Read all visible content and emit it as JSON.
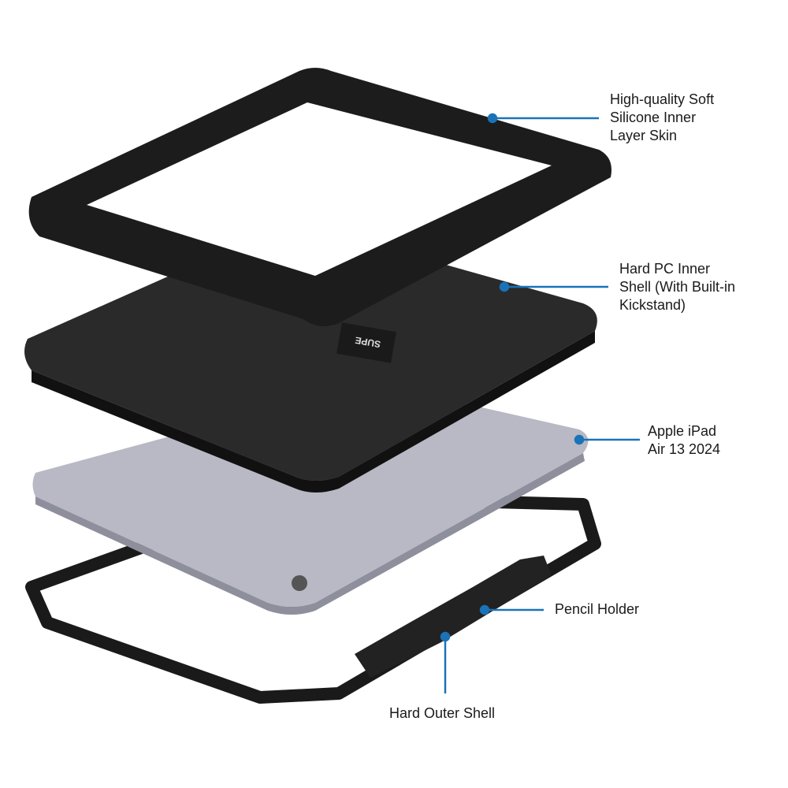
{
  "labels": {
    "silicone": [
      "High-quality Soft",
      "Silicone Inner",
      "Layer Skin"
    ],
    "pc_shell": [
      "Hard PC Inner",
      "Shell (With Built-in",
      "Kickstand)"
    ],
    "ipad": [
      "Apple iPad",
      "Air 13 2024"
    ],
    "pencil": "Pencil Holder",
    "outer": "Hard Outer Shell"
  },
  "colors": {
    "leader": "#1a73b8",
    "case": "#1c1c1c",
    "ipad": "#b9bac4"
  }
}
